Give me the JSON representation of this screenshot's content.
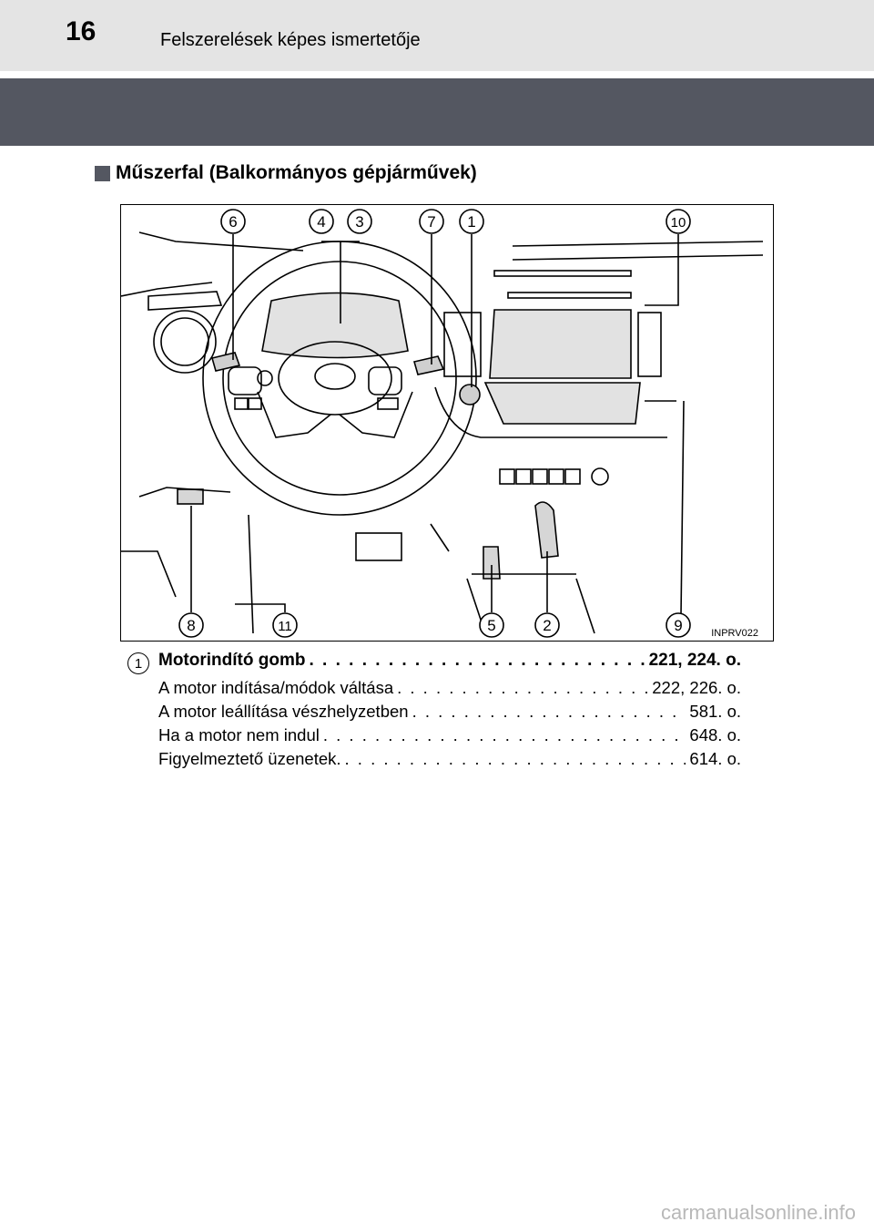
{
  "header": {
    "page_number": "16",
    "chapter_title": "Felszerelések képes ismertetője"
  },
  "section": {
    "title": "Műszerfal (Balkormányos gépjárművek)"
  },
  "figure": {
    "code": "INPRV022",
    "callouts_top": [
      "6",
      "4",
      "3",
      "7",
      "1",
      "10"
    ],
    "callouts_bottom": [
      "8",
      "11",
      "5",
      "2",
      "9"
    ]
  },
  "entries": [
    {
      "number": "1",
      "title": "Motorindító gomb",
      "title_pages": "221, 224. o.",
      "items": [
        {
          "label": "A motor indítása/módok váltása",
          "pages": "222, 226. o."
        },
        {
          "label": "A motor leállítása vészhelyzetben",
          "pages": "581. o."
        },
        {
          "label": "Ha a motor nem indul",
          "pages": "648. o."
        },
        {
          "label": "Figyelmeztető üzenetek.",
          "pages": "614. o."
        }
      ]
    }
  ],
  "watermark": "carmanualsonline.info"
}
